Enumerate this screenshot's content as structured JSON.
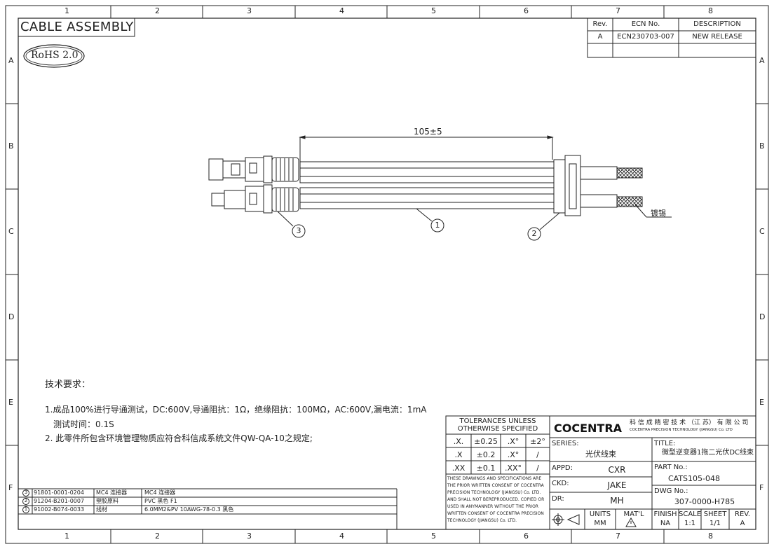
{
  "frame": {
    "columns": [
      "1",
      "2",
      "3",
      "4",
      "5",
      "6",
      "7",
      "8"
    ],
    "rows": [
      "A",
      "B",
      "C",
      "D",
      "E",
      "F"
    ]
  },
  "header": {
    "title": "CABLE ASSEMBLY",
    "rohs": "RoHS 2.0"
  },
  "revision_table": {
    "headers": [
      "Rev.",
      "ECN No.",
      "DESCRIPTION"
    ],
    "rows": [
      [
        "A",
        "ECN230703-007",
        "NEW RELEASE"
      ]
    ]
  },
  "drawing": {
    "dimension": "105±5",
    "balloons": [
      "3",
      "1",
      "2"
    ],
    "tin_note": "镀锡"
  },
  "notes": {
    "heading": "技术要求：",
    "lines": [
      "1.成品100%进行导通测试，DC:600V,导通阻抗：1Ω，绝缘阻抗：100MΩ，AC:600V,漏电流：1mA",
      "测试时间：0.1S",
      "2. 此零件所包含环境管理物质应符合科信成系统文件QW-QA-10之规定;"
    ]
  },
  "bom": [
    {
      "item": "3",
      "part": "91801-0001-0204",
      "name": "MC4 连接器",
      "spec": "MC4 连接器"
    },
    {
      "item": "2",
      "part": "91204-B201-0007",
      "name": "塑胶原料",
      "spec": "PVC 黑色 F1"
    },
    {
      "item": "1",
      "part": "91002-B074-0033",
      "name": "线材",
      "spec": "6.0MM2&PV 10AWG-78-0.3 黑色"
    }
  ],
  "tolerances": {
    "title": "TOLERANCES UNLESS OTHERWISE SPECIFIED",
    "title_line1": "TOLERANCES UNLESS",
    "title_line2": "OTHERWISE SPECIFIED",
    "rows": [
      [
        ".X.",
        "±0.25",
        ".X°",
        "±2°"
      ],
      [
        ".X",
        "±0.2",
        ".X°",
        "/"
      ],
      [
        ".XX",
        "±0.1",
        ".XX°",
        "/"
      ]
    ],
    "disclaimer": [
      "THESE DRAWINGS AND SPECIFICATIONS ARE",
      "THE PRIOR WRITTEN CONSENT OF COCENTRA",
      "PRECISION TECHNOLOGY (JIANGSU) Co. LTD.",
      "AND SHALL NOT BEREPRODUCED. COPIED OR",
      "USED IN ANYMANNER WITHOUT THE PRIOR",
      "WRITTEN CONSENT OF COCENTRA PRECISION",
      "TECHNOLOGY (JIANGSU) Co. LTD."
    ]
  },
  "company": {
    "logo": "COCENTRA",
    "name_cn": "科 信 成 精 密 技 术 （江 苏） 有 限 公 司",
    "name_en": "COCENTRA PRECISION TECHNOLOGY (JIANGSU) Co. LTD"
  },
  "title_block": {
    "series_label": "SERIES:",
    "series": "光伏线束",
    "title_label": "TITLE:",
    "title": "微型逆变器1拖二光伏DC线束",
    "appd_label": "APPD:",
    "appd": "CXR",
    "part_label": "PART No.:",
    "part_no": "CATS105-048",
    "ckd_label": "CKD:",
    "ckd": "JAKE",
    "dwg_label": "DWG No.:",
    "dwg_no": "307-0000-H785",
    "dr_label": "DR:",
    "dr": "MH",
    "units_label": "UNITS",
    "units": "MM",
    "matl_label": "MAT'L",
    "finish_label": "FINISH",
    "finish": "NA",
    "scale_label": "SCALE",
    "scale": "1:1",
    "sheet_label": "SHEET",
    "sheet": "1/1",
    "rev_label": "REV.",
    "rev": "A"
  }
}
